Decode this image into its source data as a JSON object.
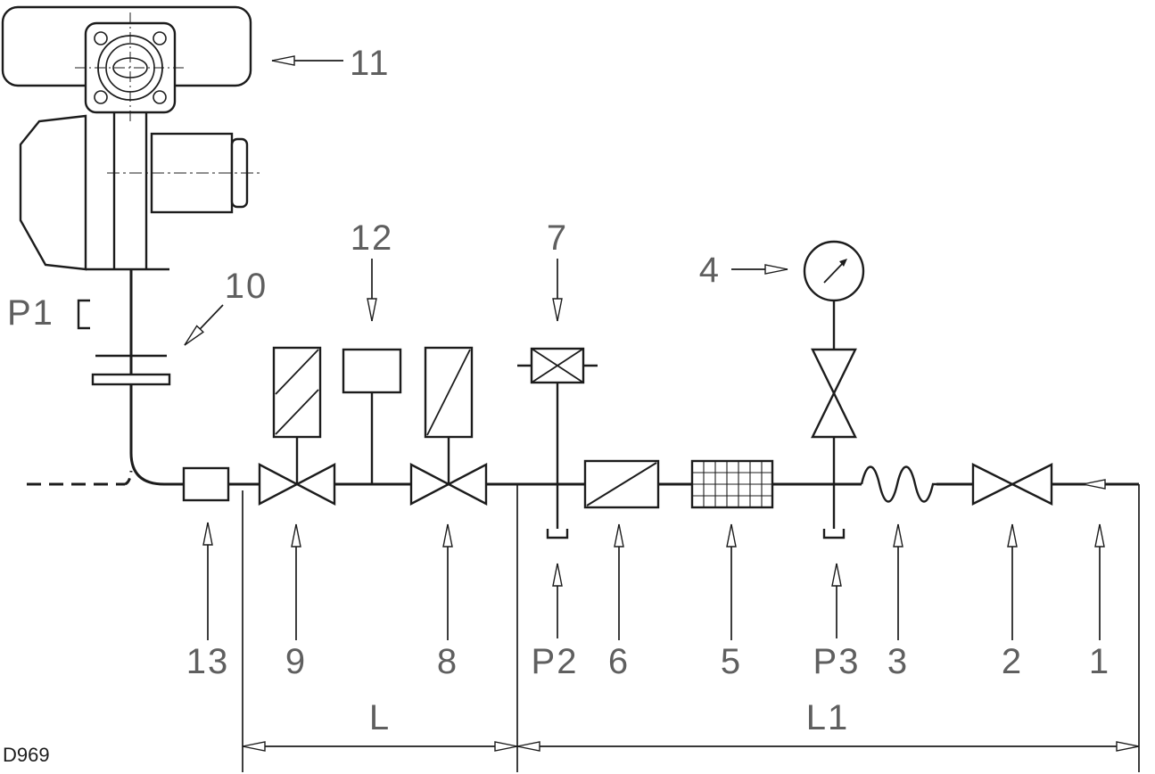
{
  "drawing": {
    "code": "D969",
    "background_color": "#ffffff",
    "line_color": "#1c1c1c",
    "label_color": "#5f5f5f"
  },
  "labels": {
    "item1": "1",
    "item2": "2",
    "item3": "3",
    "item4": "4",
    "item5": "5",
    "item6": "6",
    "item7": "7",
    "item8": "8",
    "item9": "9",
    "item10": "10",
    "item11": "11",
    "item12": "12",
    "item13": "13",
    "p1": "P1",
    "p2": "P2",
    "p3": "P3",
    "dim_l": "L",
    "dim_l1": "L1"
  },
  "symbols": [
    {
      "ref": "1",
      "icon": "flow-direction-arrow-icon"
    },
    {
      "ref": "2",
      "icon": "shutoff-valve-icon"
    },
    {
      "ref": "3",
      "icon": "flexible-connection-icon"
    },
    {
      "ref": "4",
      "icon": "pressure-gauge-icon"
    },
    {
      "ref": "5",
      "icon": "mesh-filter-icon"
    },
    {
      "ref": "6",
      "icon": "regulator-box-icon"
    },
    {
      "ref": "7",
      "icon": "pressure-switch-icon"
    },
    {
      "ref": "8",
      "icon": "solenoid-valve-icon"
    },
    {
      "ref": "9",
      "icon": "solenoid-valve-icon"
    },
    {
      "ref": "10",
      "icon": "flange-connection-icon"
    },
    {
      "ref": "11",
      "icon": "burner-actuator-icon"
    },
    {
      "ref": "12",
      "icon": "control-box-icon"
    },
    {
      "ref": "13",
      "icon": "adapter-box-icon"
    },
    {
      "ref": "P1",
      "icon": "pressure-test-point-icon"
    },
    {
      "ref": "P2",
      "icon": "pressure-test-point-icon"
    },
    {
      "ref": "P3",
      "icon": "pressure-test-point-icon"
    }
  ]
}
